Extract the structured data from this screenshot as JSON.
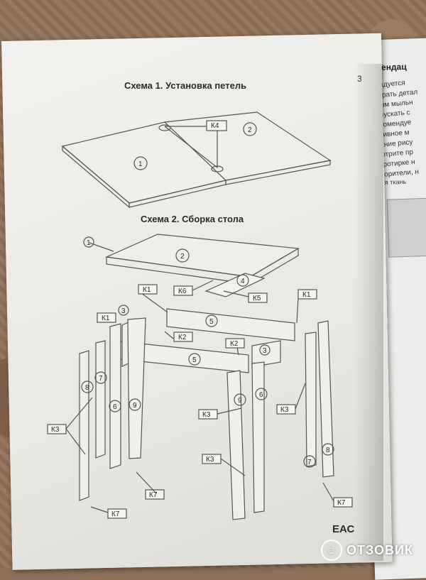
{
  "page": {
    "number": "3",
    "scheme1_title": "Схема 1. Установка петель",
    "scheme2_title": "Схема 2. Сборка стола",
    "certification_mark": "ЕАС"
  },
  "side_page": {
    "heading": "комендац",
    "lines": [
      "мендуется",
      "отирать детал",
      "абым мыльн",
      "допускать с",
      "рекомендуе",
      "тесивное м",
      "ерхние рису",
      "смотрите пр",
      "а протирке н",
      "створители, н"
    ],
    "caption": "аная ткань"
  },
  "labels": {
    "part1": "1",
    "part2": "2",
    "part3": "3",
    "part4": "4",
    "part5": "5",
    "part6": "6",
    "part7": "7",
    "part8": "8",
    "part9": "9",
    "k1": "К1",
    "k2": "К2",
    "k3": "К3",
    "k4": "К4",
    "k5": "К5",
    "k6": "К6",
    "k7": "К7"
  },
  "watermark": {
    "text": "ОТЗОВИК",
    "icon": "otzovik-logo-icon"
  }
}
